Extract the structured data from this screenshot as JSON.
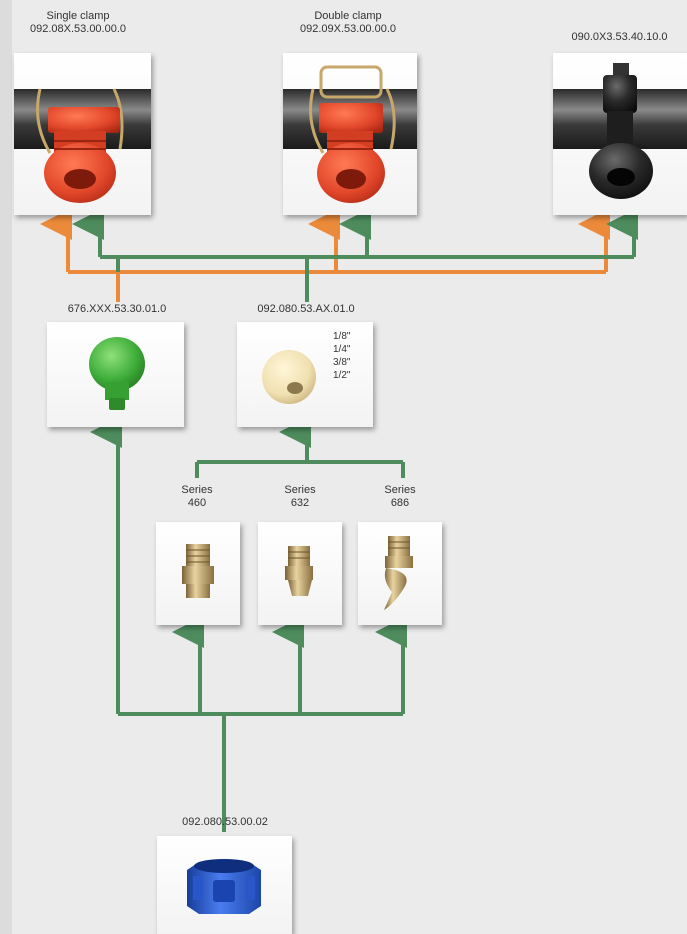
{
  "top": {
    "single": {
      "title": "Single clamp",
      "code": "092.08X.53.00.00.0"
    },
    "double": {
      "title": "Double clamp",
      "code": "092.09X.53.00.00.0"
    },
    "third": {
      "code": "090.0X3.53.40.10.0"
    }
  },
  "middle": {
    "green": {
      "code": "676.XXX.53.30.01.0"
    },
    "ball": {
      "code": "092.080.53.AX.01.0",
      "sizes": [
        "1/8\"",
        "1/4\"",
        "3/8\"",
        "1/2\""
      ]
    }
  },
  "series": [
    {
      "name": "Series",
      "number": "460"
    },
    {
      "name": "Series",
      "number": "632"
    },
    {
      "name": "Series",
      "number": "686"
    }
  ],
  "bottom": {
    "code": "092.080.53.00.02"
  },
  "colors": {
    "green_line": "#4e8c5e",
    "orange_line": "#ec8a3b",
    "red_part": "#e2472a",
    "green_part": "#3fae3a",
    "ball_part": "#f0e0b0",
    "blue_part": "#2957c9",
    "brass": "#c8a86a"
  }
}
